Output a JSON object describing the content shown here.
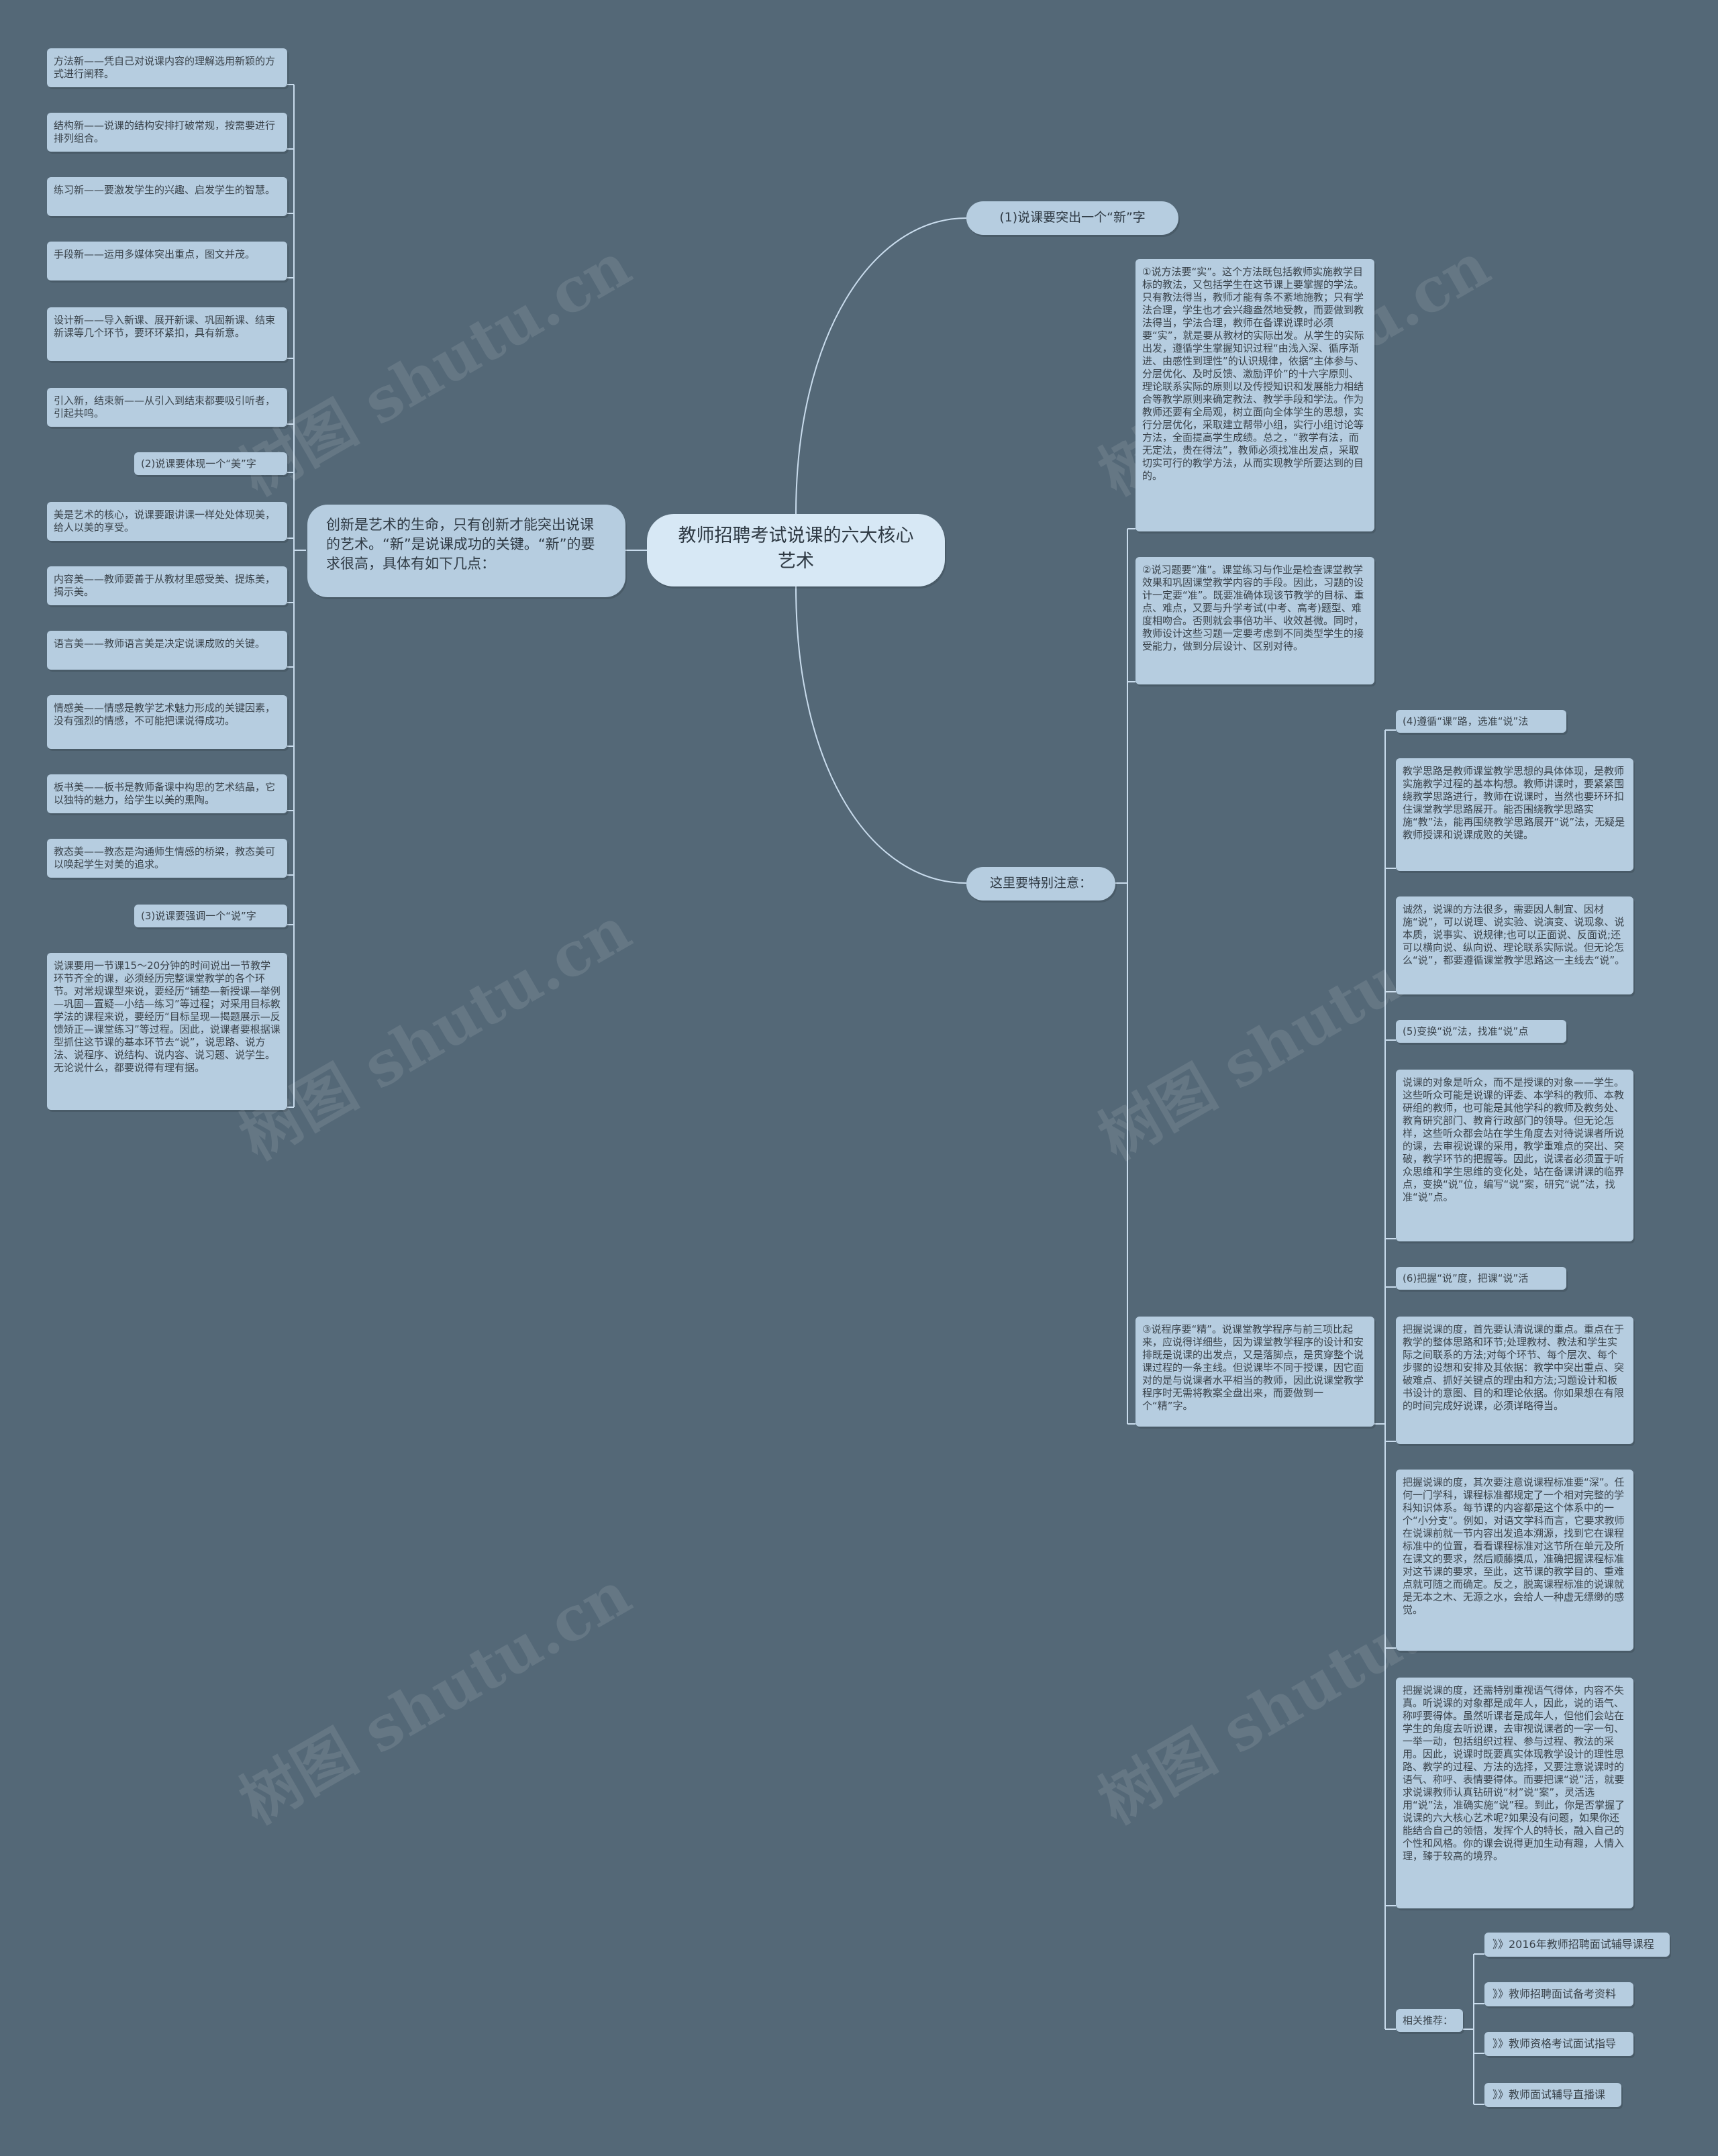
{
  "watermark": "树图 shutu.cn",
  "colors": {
    "background": "#546877",
    "node": "#b6cde0",
    "root": "#d7e8f5",
    "line": "#c9dced"
  },
  "root": "教师招聘考试说课的六大核心艺术",
  "left_main": "创新是艺术的生命，只有创新才能突出说课的艺术。“新”是说课成功的关键。“新”的要求很高，具体有如下几点：",
  "left_items": [
    "方法新——凭自己对说课内容的理解选用新颖的方式进行阐释。",
    "结构新——说课的结构安排打破常规，按需要进行排列组合。",
    "练习新——要激发学生的兴趣、启发学生的智慧。",
    "手段新——运用多媒体突出重点，图文并茂。",
    "设计新——导入新课、展开新课、巩固新课、结束新课等几个环节，要环环紧扣，具有新意。",
    "引入新，结束新——从引入到结束都要吸引听者，引起共鸣。",
    "(2)说课要体现一个“美”字",
    "美是艺术的核心，说课要跟讲课一样处处体现美，给人以美的享受。",
    "内容美——教师要善于从教材里感受美、提炼美，揭示美。",
    "语言美——教师语言美是决定说课成败的关键。",
    "情感美——情感是教学艺术魅力形成的关键因素，没有强烈的情感，不可能把课说得成功。",
    "板书美——板书是教师备课中构思的艺术结晶，它以独特的魅力，给学生以美的熏陶。",
    "教态美——教态是沟通师生情感的桥梁，教态美可以唤起学生对美的追求。",
    "(3)说课要强调一个“说”字",
    "说课要用一节课15～20分钟的时间说出一节教学环节齐全的课，必须经历完整课堂教学的各个环节。对常规课型来说，要经历“铺垫—新授课—举例—巩固—置疑—小结—练习”等过程；对采用目标教学法的课程来说，要经历“目标呈现—揭题展示—反馈矫正—课堂练习”等过程。因此，说课者要根据课型抓住这节课的基本环节去“说”，说思路、说方法、说程序、说结构、说内容、说习题、说学生。无论说什么，都要说得有理有据。"
  ],
  "right_top": "(1)说课要突出一个“新”字",
  "right_main": "这里要特别注意：",
  "right_mid": [
    "①说方法要“实”。这个方法既包括教师实施教学目标的教法，又包括学生在这节课上要掌握的学法。只有教法得当，教师才能有条不紊地施教；只有学法合理，学生也才会兴趣盎然地受教，而要做到教法得当，学法合理，教师在备课说课时必须要“实”，就是要从教材的实际出发。从学生的实际出发，遵循学生掌握知识过程“由浅入深、循序渐进、由感性到理性”的认识规律，依据“主体参与、分层优化、及时反馈、激励评价”的十六字原则、理论联系实际的原则以及传授知识和发展能力相结合等教学原则来确定教法、教学手段和学法。作为教师还要有全局观，树立面向全体学生的思想，实行分层优化，采取建立帮带小组，实行小组讨论等方法，全面提高学生成绩。总之，“教学有法，而无定法，贵在得法”，教师必须找准出发点，采取切实可行的教学方法，从而实现教学所要达到的目的。",
    "②说习题要“准”。课堂练习与作业是检查课堂教学效果和巩固课堂教学内容的手段。因此，习题的设计一定要“准”。既要准确体现该节教学的目标、重点、难点，又要与升学考试(中考、高考)题型、难度相吻合。否则就会事倍功半、收效甚微。同时，教师设计这些习题一定要考虑到不同类型学生的接受能力，做到分层设计、区别对待。",
    "③说程序要“精”。说课堂教学程序与前三项比起来，应说得详细些，因为课堂教学程序的设计和安排既是说课的出发点，又是落脚点，是贯穿整个说课过程的一条主线。但说课毕不同于授课，因它面对的是与说课者水平相当的教师，因此说课堂教学程序时无需将教案全盘出来，而要做到一个“精”字。"
  ],
  "right_far": [
    "(4)遵循“课”路，选准“说”法",
    "教学思路是教师课堂教学思想的具体体现，是教师实施教学过程的基本构想。教师讲课时，要紧紧围绕教学思路进行，教师在说课时，当然也要环环扣住课堂教学思路展开。能否围绕教学思路实施“教”法，能再围绕教学思路展开“说”法，无疑是教师授课和说课成败的关键。",
    "诚然，说课的方法很多，需要因人制宜、因材施“说”，可以说理、说实验、说演变、说现象、说本质，说事实、说规律;也可以正面说、反面说;还可以横向说、纵向说、理论联系实际说。但无论怎么“说”，都要遵循课堂教学思路这一主线去“说”。",
    "(5)变换“说”法，找准“说”点",
    "说课的对象是听众，而不是授课的对象——学生。这些听众可能是说课的评委、本学科的教师、本教研组的教师，也可能是其他学科的教师及教务处、教育研究部门、教育行政部门的领导。但无论怎样，这些听众都会站在学生角度去对待说课者所说的课，去审视说课的采用，教学重难点的突出、突破，教学环节的把握等。因此，说课者必须置于听众思维和学生思维的变化处，站在备课讲课的临界点，变换“说”位，编写“说”案，研究“说”法，找准“说”点。",
    "(6)把握“说”度，把课“说”活",
    "把握说课的度，首先要认清说课的重点。重点在于教学的整体思路和环节;处理教材、教法和学生实际之间联系的方法;对每个环节、每个层次、每个步骤的设想和安排及其依据：教学中突出重点、突破难点、抓好关键点的理由和方法;习题设计和板书设计的意图、目的和理论依据。你如果想在有限的时间完成好说课，必须详略得当。",
    "把握说课的度，其次要注意说课程标准要“深”。任何一门学科，课程标准都规定了一个相对完整的学科知识体系。每节课的内容都是这个体系中的一个“小分支”。例如，对语文学科而言，它要求教师在说课前就一节内容出发追本溯源，找到它在课程标准中的位置，看看课程标准对这节所在单元及所在课文的要求，然后顺藤摸瓜，准确把握课程标准对这节课的要求，至此，这节课的教学目的、重难点就可随之而确定。反之，脱离课程标准的说课就是无本之木、无源之水，会给人一种虚无缥缈的感觉。",
    "把握说课的度，还需特别重视语气得体，内容不失真。听说课的对象都是成年人，因此，说的语气、称呼要得体。虽然听课者是成年人，但他们会站在学生的角度去听说课，去审视说课者的一字一句、一举一动，包括组织过程、参与过程、教法的采用。因此，说课时既要真实体现教学设计的理性思路、教学的过程、方法的选择，又要注意说课时的语气、称呼、表情要得体。而要把课“说”活，就要求说课教师认真钻研说“材”说“案”，灵活选用“说”法，准确实施“说”程。到此，你是否掌握了说课的六大核心艺术呢?如果没有问题，如果你还能结合自己的领悟，发挥个人的特长，融入自己的个性和风格。你的课会说得更加生动有趣，人情入理，臻于较高的境界。",
    "相关推荐："
  ],
  "related": [
    "》》2016年教师招聘面试辅导课程",
    "》》教师招聘面试备考资料",
    "》》教师资格考试面试指导",
    "》》教师面试辅导直播课"
  ]
}
